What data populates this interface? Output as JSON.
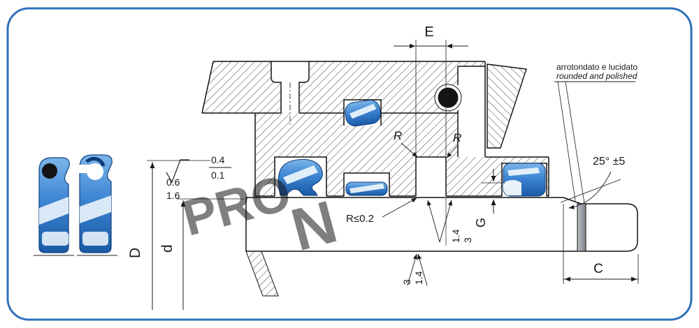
{
  "annotations": {
    "dim_e": "E",
    "dim_D": "D",
    "dim_d": "d",
    "dim_G": "G",
    "dim_C": "C",
    "radius_left": "R",
    "radius_right": "R",
    "radius_max": "R≤0.2",
    "angle": "25° ±5",
    "note_line1": "arrotondato e lucidato",
    "note_line2": "rounded and polished",
    "roughness": {
      "check_top": "0.6",
      "check_bottom": "1.6",
      "frac_top": "0.4",
      "frac_bottom": "0.1"
    },
    "chamfer_upper": {
      "first": "1.4",
      "second": "3"
    },
    "chamfer_lower": {
      "first": "3",
      "second": "1.4"
    }
  },
  "watermark": {
    "part1": "PRO",
    "part2": "N"
  },
  "colors": {
    "frame_border": "#2e72bc",
    "outline": "#111111",
    "hatch": "#454545",
    "seal_blue": "#3c85d2",
    "seal_blue_dark": "#11498f",
    "oring_black": "#141414",
    "rod_band_gray": "#8a9099",
    "watermark_gray": "#c6cbd2"
  }
}
